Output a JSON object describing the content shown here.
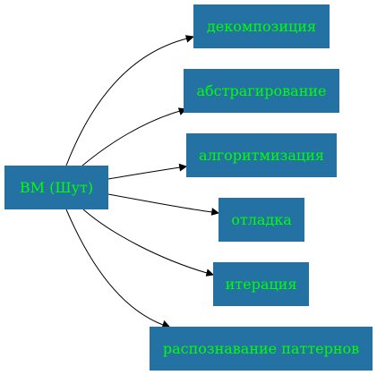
{
  "colors": {
    "node_fill": "#2472a4",
    "node_text": "#00ff00",
    "edge": "#000000",
    "background": "#ffffff"
  },
  "nodes": {
    "root": "ВМ (Шут)",
    "decomposition": "декомпозиция",
    "abstraction": "абстрагирование",
    "algorithmization": "алгоритмизация",
    "debugging": "отладка",
    "iteration": "итерация",
    "pattern_recognition": "распознавание паттернов"
  },
  "edges": [
    {
      "from": "root",
      "to": "decomposition"
    },
    {
      "from": "root",
      "to": "abstraction"
    },
    {
      "from": "root",
      "to": "algorithmization"
    },
    {
      "from": "root",
      "to": "debugging"
    },
    {
      "from": "root",
      "to": "iteration"
    },
    {
      "from": "root",
      "to": "pattern_recognition"
    }
  ]
}
